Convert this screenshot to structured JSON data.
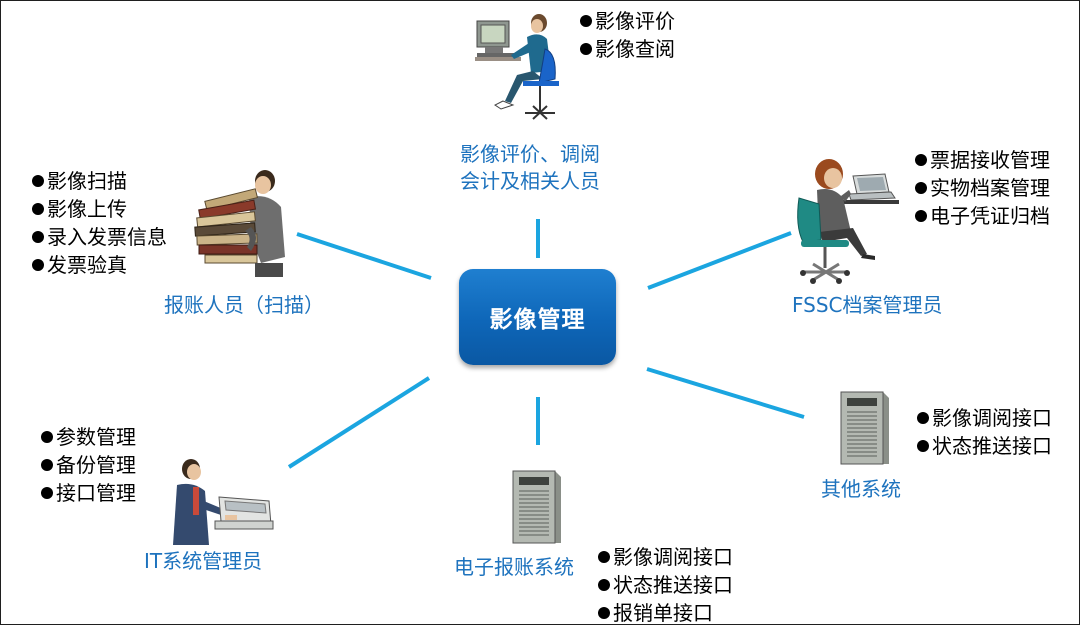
{
  "center": {
    "label": "影像管理"
  },
  "nodes": {
    "top": {
      "label_lines": [
        "影像评价、调阅",
        "会计及相关人员"
      ],
      "bullets": [
        "影像评价",
        "影像查阅"
      ],
      "icon": "office-worker-at-desk-icon"
    },
    "left_top": {
      "label_lines": [
        "报账人员（扫描）"
      ],
      "bullets": [
        "影像扫描",
        "影像上传",
        "录入发票信息",
        "发票验真"
      ],
      "icon": "person-carrying-documents-icon"
    },
    "right_top": {
      "label_lines": [
        "FSSC档案管理员"
      ],
      "bullets": [
        "票据接收管理",
        "实物档案管理",
        "电子凭证归档"
      ],
      "icon": "woman-on-phone-at-laptop-icon"
    },
    "left_bottom": {
      "label_lines": [
        "IT系统管理员"
      ],
      "bullets": [
        "参数管理",
        "备份管理",
        "接口管理"
      ],
      "icon": "man-at-terminal-icon"
    },
    "bottom": {
      "label_lines": [
        "电子报账系统"
      ],
      "bullets": [
        "影像调阅接口",
        "状态推送接口",
        "报销单接口"
      ],
      "icon": "server-tower-icon"
    },
    "right_bottom": {
      "label_lines": [
        "其他系统"
      ],
      "bullets": [
        "影像调阅接口",
        "状态推送接口"
      ],
      "icon": "server-tower-icon"
    }
  },
  "colors": {
    "connector": "#1ba5e0",
    "label_text": "#1e73be",
    "center_fill": "#0e66b8"
  }
}
